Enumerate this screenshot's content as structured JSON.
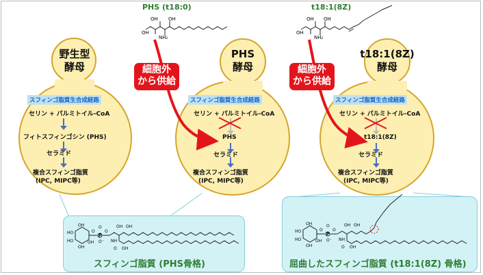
{
  "top_labels": {
    "phs": "PHS (t18:0)",
    "t18": "t18:1(8Z)"
  },
  "red_labels": {
    "left": [
      "細胞外",
      "から供給"
    ],
    "right": [
      "細胞外",
      "から供給"
    ]
  },
  "cells": [
    {
      "title": [
        "野生型",
        "酵母"
      ],
      "header": "スフィンゴ脂質生合成経路",
      "steps": [
        "セリン + パルミトイル-CoA",
        "フィトスフィンゴシン (PHS)",
        "セラミド",
        "複合スフィンゴ脂質",
        "(IPC, MIPC等)"
      ]
    },
    {
      "title": [
        "PHS",
        "酵母"
      ],
      "header": "スフィンゴ脂質生合成経路",
      "steps": [
        "セリン + パルミトイル-CoA",
        "PHS",
        "セラミド",
        "複合スフィンゴ脂質",
        "(IPC, MIPC等)"
      ]
    },
    {
      "title": [
        "t18:1(8Z)",
        "酵母"
      ],
      "header": "スフィンゴ脂質生合成経路",
      "steps": [
        "セリン + パルミトイル-CoA",
        "t18:1(8Z)",
        "セラミド",
        "複合スフィンゴ脂質",
        "(IPC, MIPC等)"
      ]
    }
  ],
  "structures": {
    "left_atoms": [
      "OH",
      "OH",
      "NH₂",
      "OH"
    ],
    "right_atoms": [
      "OH",
      "OH",
      "NH₂",
      "OH"
    ],
    "lipid_left": [
      "OH",
      "HO",
      "HO",
      "OH",
      "OH",
      "O",
      "O",
      "P",
      "O⁻",
      "O",
      "NH",
      "O",
      "OH",
      "OH",
      "OH"
    ],
    "lipid_right": [
      "OH",
      "HO",
      "HO",
      "OH",
      "OH",
      "O",
      "O",
      "P",
      "O⁻",
      "O",
      "NH",
      "O",
      "OH",
      "OH",
      "OH"
    ]
  },
  "captions": {
    "left": "スフィンゴ脂質 (PHS骨格)",
    "right": "屈曲したスフィンゴ脂質 (t18:1(8Z) 骨格)"
  },
  "colors": {
    "cell_fill": "#fdefb2",
    "cell_stroke": "#d4a52a",
    "red": "#e3151c",
    "panel": "#d3f2f6",
    "caption": "#2e7d32"
  }
}
